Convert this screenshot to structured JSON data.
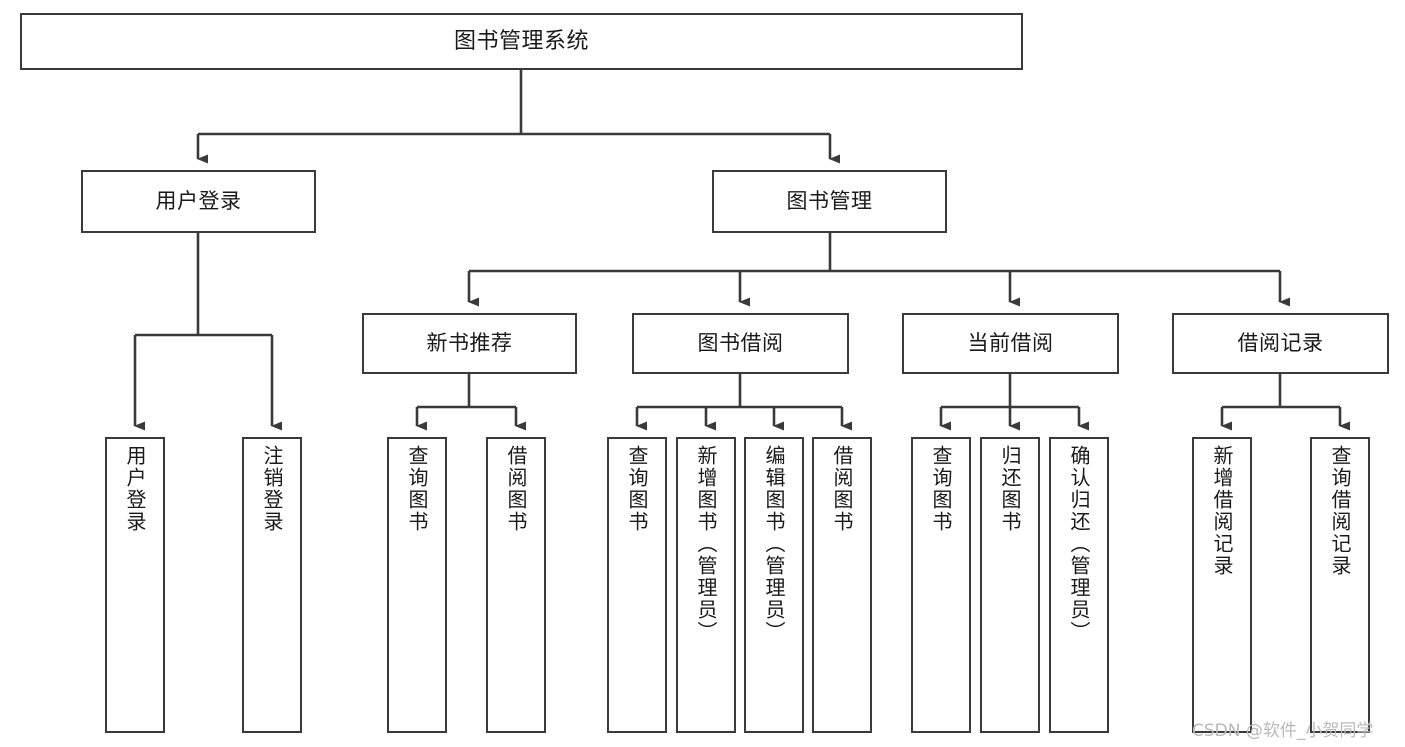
{
  "diagram": {
    "title": "图书管理系统",
    "type": "tree-hierarchy",
    "orientation": "top-down",
    "colors": {
      "box_border": "#3a3a3a",
      "box_fill": "#ffffff",
      "connector": "#3a3a3a",
      "text": "#1a1a1a",
      "watermark": "#b9b9b9",
      "background": "#ffffff"
    }
  },
  "nodes": {
    "root": {
      "label": "图书管理系统"
    },
    "level2": {
      "user_login": {
        "label": "用户登录"
      },
      "book_manage": {
        "label": "图书管理"
      }
    },
    "level3": {
      "new_book_rec": {
        "label": "新书推荐"
      },
      "book_borrow": {
        "label": "图书借阅"
      },
      "current_borrow": {
        "label": "当前借阅"
      },
      "borrow_record": {
        "label": "借阅记录"
      }
    },
    "leaves": {
      "user_login": [
        {
          "label": "用户登录"
        },
        {
          "label": "注销登录"
        }
      ],
      "new_book_rec": [
        {
          "label": "查询图书"
        },
        {
          "label": "借阅图书"
        }
      ],
      "book_borrow": [
        {
          "label": "查询图书"
        },
        {
          "label": "新增图书（管理员）"
        },
        {
          "label": "编辑图书（管理员）"
        },
        {
          "label": "借阅图书"
        }
      ],
      "current_borrow": [
        {
          "label": "查询图书"
        },
        {
          "label": "归还图书"
        },
        {
          "label": "确认归还（管理员）"
        }
      ],
      "borrow_record": [
        {
          "label": "新增借阅记录"
        },
        {
          "label": "查询借阅记录"
        }
      ]
    }
  },
  "watermark": {
    "text": "CSDN @软件_小贺同学"
  }
}
